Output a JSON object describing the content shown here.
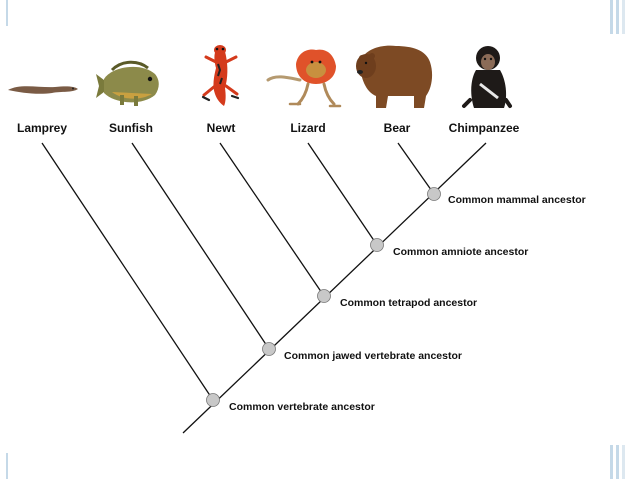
{
  "taxa": [
    "Lamprey",
    "Sunfish",
    "Newt",
    "Lizard",
    "Bear",
    "Chimpanzee"
  ],
  "ancestors": [
    "Common vertebrate ancestor",
    "Common jawed vertebrate ancestor",
    "Common tetrapod ancestor",
    "Common amniote ancestor",
    "Common mammal ancestor"
  ],
  "icons": [
    "lamprey-icon",
    "sunfish-icon",
    "newt-icon",
    "lizard-icon",
    "bear-icon",
    "chimpanzee-icon"
  ],
  "colors": {
    "accent": "#c5d9e8",
    "node": "#c8c8c8",
    "line": "#111111"
  }
}
